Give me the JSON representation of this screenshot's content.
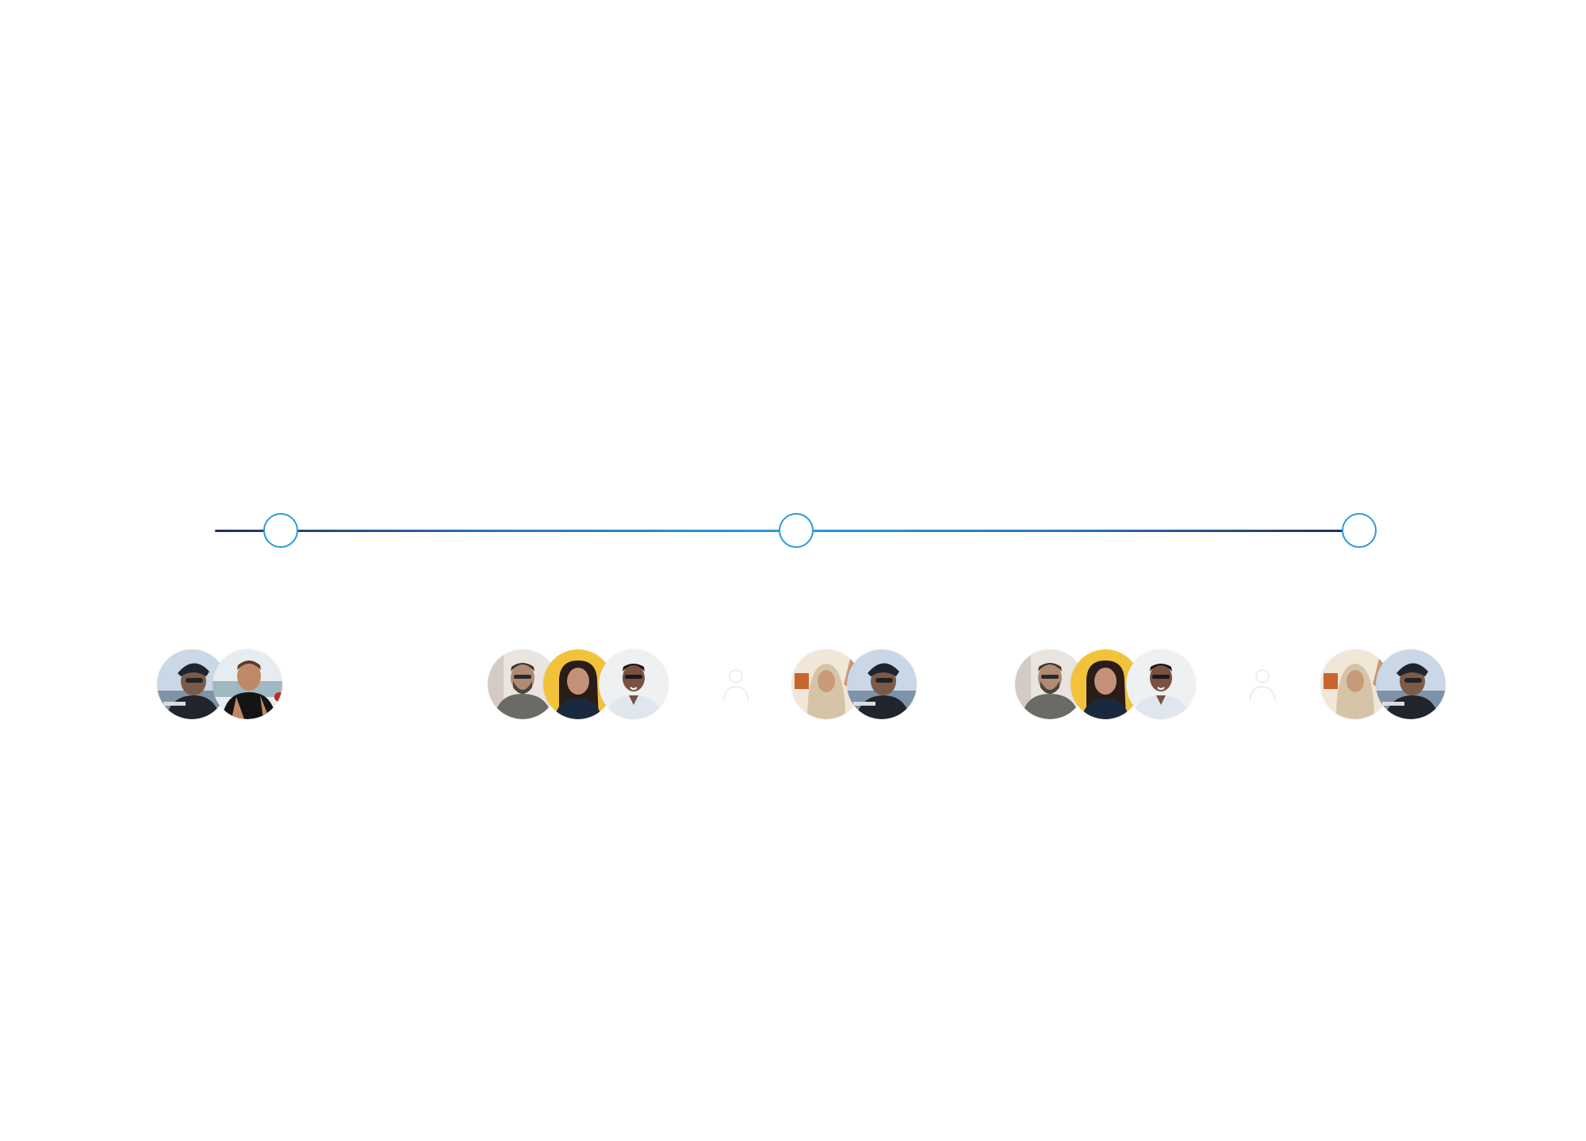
{
  "colors": {
    "line_dark": "#1f2f5c",
    "line_light": "#2b9ad8",
    "node_border": "#2b9ad8",
    "background": "#ffffff"
  },
  "timeline": {
    "nodes": 3
  },
  "avatar_groups": [
    {
      "avatars": [
        "cyclist-helmet-avatar",
        "smiling-man-beach-avatar"
      ]
    },
    {
      "avatars": [
        "bearded-man-glasses-avatar",
        "woman-yellow-background-avatar",
        "man-glasses-light-shirt-avatar"
      ]
    },
    {
      "avatars": [
        "woman-hijab-waving-avatar",
        "cyclist-helmet-avatar"
      ]
    },
    {
      "avatars": [
        "bearded-man-glasses-avatar",
        "woman-yellow-background-avatar",
        "man-glasses-light-shirt-avatar"
      ]
    },
    {
      "avatars": [
        "woman-hijab-waving-avatar",
        "cyclist-helmet-avatar"
      ]
    }
  ],
  "faint_icons": [
    "user-placeholder-icon",
    "user-placeholder-icon"
  ]
}
